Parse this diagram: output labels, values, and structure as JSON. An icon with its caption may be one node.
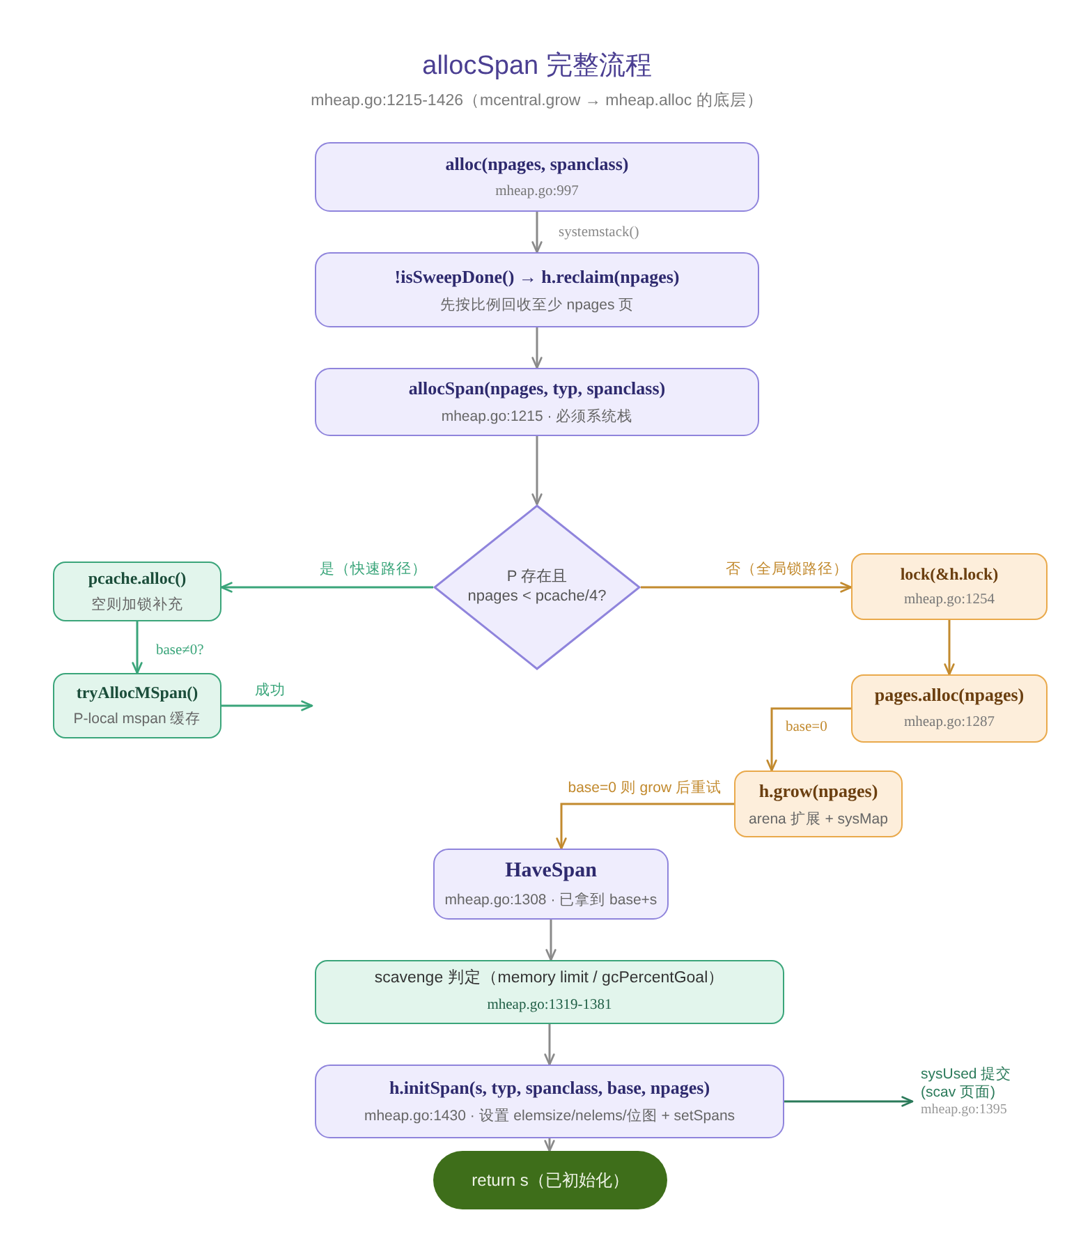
{
  "diagram": {
    "title": "allocSpan 完整流程",
    "nodes": [
      {
        "text": [
          "alloc(npages, spanclass)",
          "mheap.go:997"
        ]
      },
      {
        "text": [
          "!isSweepDone() → h.reclaim(npages)",
          "先按比例回收至少 npages 页"
        ]
      },
      {
        "text": [
          "allocSpan(npages, typ, spanclass)",
          "mheap.go:1215 · 必须系统栈"
        ]
      },
      {
        "text": [
          "P 存在且 npages < pcache/4?"
        ]
      },
      {
        "text": [
          "pcache.alloc()",
          "空则加锁补充"
        ]
      },
      {
        "text": [
          "tryAllocMSpan()",
          "P-local mspan 缓存"
        ]
      },
      {
        "text": [
          "lock(&h.lock)",
          "mheap.go:1254"
        ]
      },
      {
        "text": [
          "pages.alloc(npages)",
          "mheap.go:1287"
        ]
      },
      {
        "text": [
          "h.grow(npages)",
          "arena 扩展 + sysMap"
        ]
      },
      {
        "text": [
          "HaveSpan",
          "mheap.go:1308 · 已拿到 base+s"
        ]
      },
      {
        "text": [
          "scavenge 判定（memory limit / gcPercentGoal）",
          "mheap.go:1319-1381"
        ]
      },
      {
        "text": [
          "h.initSpan(s, typ, spanclass, base, npages)",
          "mheap.go:1430 · 设置 elemsize/nelems/位图 + setSpans"
        ]
      },
      {
        "text": [
          "return s（已初始化）"
        ]
      },
      {
        "text": [
          "sysUsed 提交 (scav 页面)",
          "mheap.go:1395"
        ]
      }
    ],
    "edges": [
      {
        "from": 0,
        "to": 1,
        "arrow": "to",
        "label": "systemstack()"
      },
      {
        "from": 1,
        "to": 2,
        "arrow": "to"
      },
      {
        "from": 2,
        "to": 3,
        "arrow": "to"
      },
      {
        "from": 3,
        "to": 4,
        "arrow": "to",
        "label": "是（快速路径）",
        "color": "#3aa57a"
      },
      {
        "from": 4,
        "to": 5,
        "arrow": "to",
        "label": "base≠0?",
        "color": "#3aa57a"
      },
      {
        "from": 5,
        "to": null,
        "arrow": "to",
        "label": "成功",
        "color": "#3aa57a"
      },
      {
        "from": 3,
        "to": 6,
        "arrow": "to",
        "label": "否（全局锁路径）",
        "color": "#c28a2e"
      },
      {
        "from": 6,
        "to": 7,
        "arrow": "to",
        "color": "#c28a2e"
      },
      {
        "from": 7,
        "to": 8,
        "arrow": "to",
        "label": "base=0",
        "color": "#c28a2e"
      },
      {
        "from": 8,
        "to": 9,
        "arrow": "to",
        "label": "base=0 则 grow 后重试",
        "color": "#c28a2e"
      },
      {
        "from": 9,
        "to": 10,
        "arrow": "to"
      },
      {
        "from": 10,
        "to": 11,
        "arrow": "to"
      },
      {
        "from": 11,
        "to": 12,
        "arrow": "to"
      },
      {
        "from": 11,
        "to": 13,
        "arrow": "to",
        "color": "#2b7a5a"
      }
    ],
    "labels": [
      "mheap.go:1215-1426（mcentral.grow → mheap.alloc 的底层）"
    ]
  }
}
